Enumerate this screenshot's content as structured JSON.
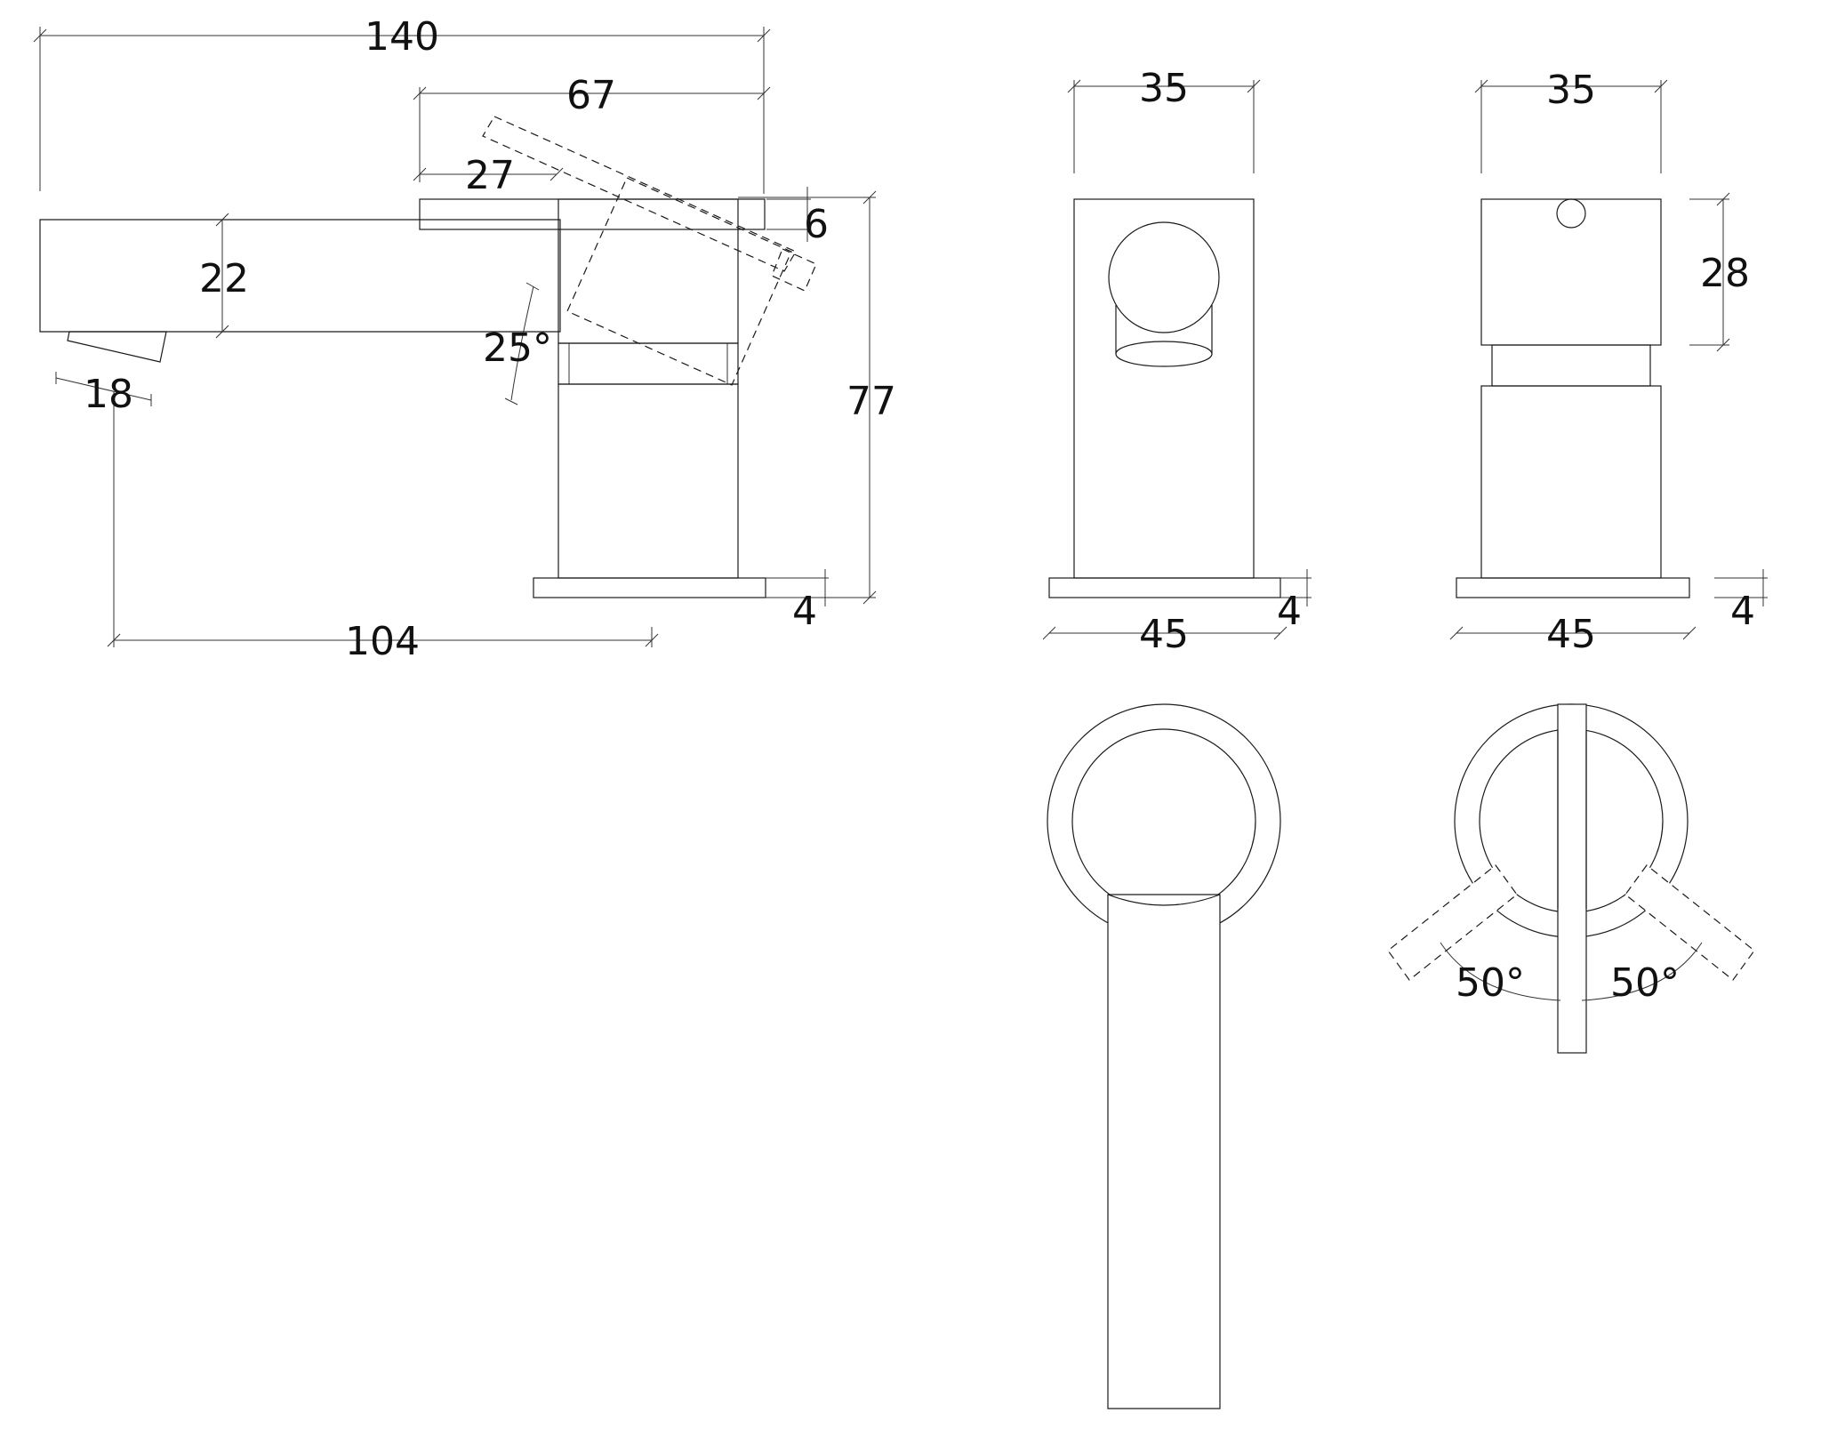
{
  "colors": {
    "line": "#1a1a1a",
    "text": "#111111",
    "background": "#ffffff"
  },
  "side_view": {
    "overall_length": "140",
    "lever_length": "67",
    "lever_offset": "27",
    "lever_thickness": "6",
    "spout_height": "22",
    "tilt_angle": "25°",
    "outlet_width": "18",
    "total_height": "77",
    "reach": "104",
    "base_thickness": "4"
  },
  "front_view": {
    "body_width": "35",
    "base_width": "45",
    "base_thickness": "4"
  },
  "rear_view": {
    "body_width": "35",
    "body_height": "28",
    "base_width": "45",
    "base_thickness": "4"
  },
  "top_view_right": {
    "rotation_left": "50°",
    "rotation_right": "50°"
  }
}
